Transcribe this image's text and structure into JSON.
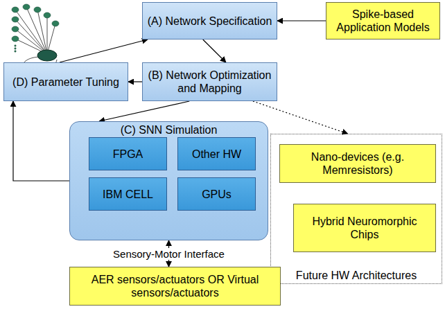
{
  "diagram": {
    "nodes": [
      {
        "text": [
          "(A) Network Specification"
        ]
      },
      {
        "text": [
          "Spike-based Application Models"
        ]
      },
      {
        "text": [
          "(D) Parameter Tuning"
        ]
      },
      {
        "text": [
          "(B) Network Optimization and Mapping"
        ]
      },
      {
        "text": [
          "(C) SNN Simulation"
        ]
      },
      {
        "text": [
          "FPGA"
        ],
        "in": 4
      },
      {
        "text": [
          "Other HW"
        ],
        "in": 4
      },
      {
        "text": [
          "IBM CELL"
        ],
        "in": 4
      },
      {
        "text": [
          "GPUs"
        ],
        "in": 4
      },
      {
        "text": [
          "Future HW Architectures"
        ]
      },
      {
        "text": [
          "Nano-devices (e.g. Memresistors)"
        ],
        "in": 9
      },
      {
        "text": [
          "Hybrid Neuromorphic Chips"
        ],
        "in": 9
      },
      {
        "text": [
          "AER sensors/actuators OR Virtual sensors/actuators"
        ]
      }
    ],
    "edges": [
      {
        "from": 1,
        "to": 0,
        "arrow": "to"
      },
      {
        "from": 0,
        "to": 3,
        "arrow": "to"
      },
      {
        "from": 3,
        "to": 2,
        "arrow": "to"
      },
      {
        "from": 2,
        "to": 0,
        "arrow": "to"
      },
      {
        "from": 3,
        "to": 4,
        "arrow": "to"
      },
      {
        "from": 3,
        "to": 9,
        "arrow": "to"
      },
      {
        "from": 4,
        "to": 2,
        "arrow": "to"
      },
      {
        "from": 4,
        "to": 12,
        "label": "Sensory-Motor Interface",
        "arrow": "both"
      }
    ]
  }
}
